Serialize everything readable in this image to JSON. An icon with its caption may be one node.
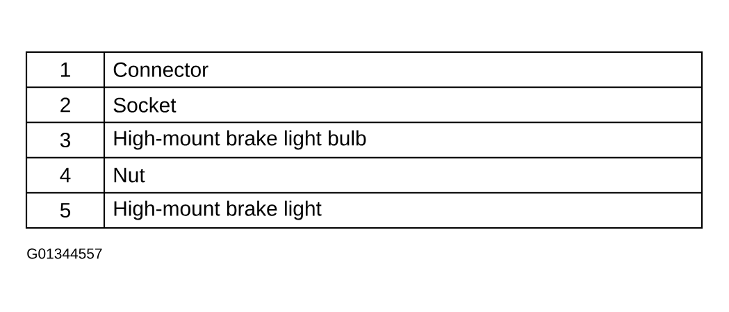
{
  "diagram": {
    "labels": [
      "1",
      "Connector",
      "2",
      "Socket",
      "3",
      "High-mount brake light bulb",
      "4",
      "Nut",
      "5",
      "High-mount brake light",
      "G01344557"
    ]
  }
}
